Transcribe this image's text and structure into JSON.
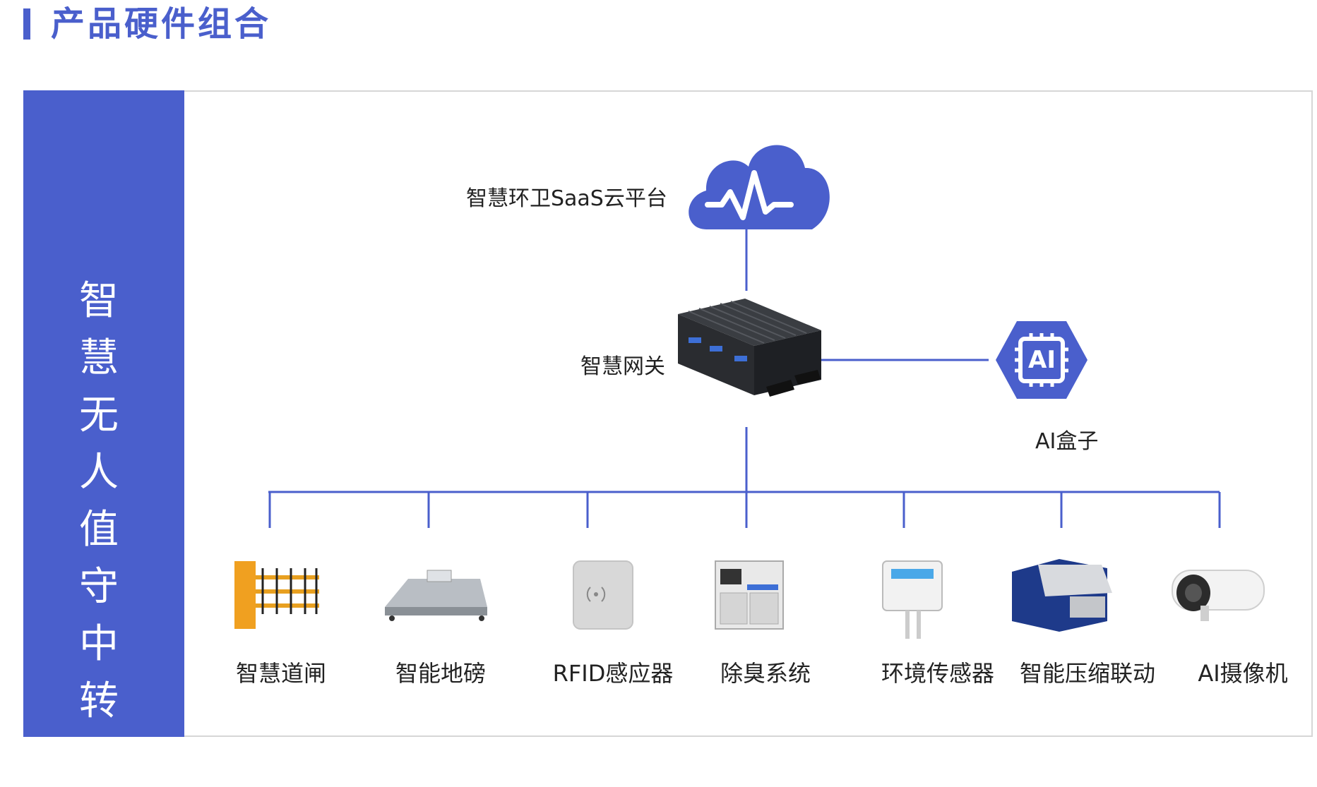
{
  "page_title": "产品硬件组合",
  "side_title": "智慧无人值守中转站",
  "cloud": {
    "label": "智慧环卫SaaS云平台",
    "icon": "cloud-pulse-icon"
  },
  "gateway": {
    "label": "智慧网关",
    "icon": "gateway-box-icon"
  },
  "ai_box": {
    "label": "AI盒子",
    "icon_text": "AI",
    "icon": "ai-chip-icon"
  },
  "products": [
    {
      "label": "智慧道闸",
      "icon": "barrier-gate-icon"
    },
    {
      "label": "智能地磅",
      "icon": "weighbridge-icon"
    },
    {
      "label": "RFID感应器",
      "icon": "rfid-reader-icon"
    },
    {
      "label": "除臭系统",
      "icon": "deodorization-cabinet-icon"
    },
    {
      "label": "环境传感器",
      "icon": "environment-sensor-icon"
    },
    {
      "label": "智能压缩联动",
      "icon": "compactor-icon"
    },
    {
      "label": "AI摄像机",
      "icon": "bullet-camera-icon"
    }
  ],
  "colors": {
    "accent": "#4a5fcc",
    "line": "#4a5fcc",
    "frame": "#d6d6d6",
    "text": "#222222"
  }
}
